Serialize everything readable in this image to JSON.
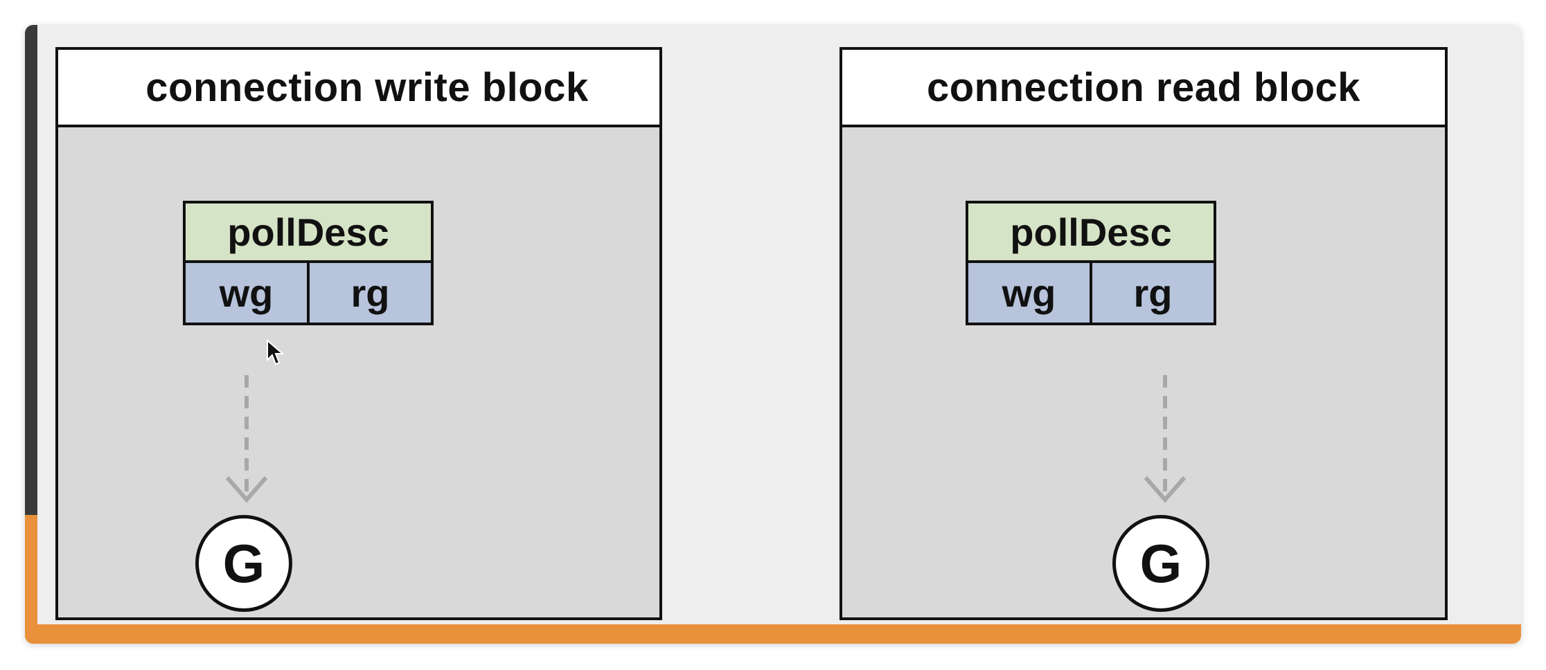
{
  "write_block": {
    "title": "connection write block",
    "poll_desc": {
      "label": "pollDesc",
      "wg": "wg",
      "rg": "rg"
    },
    "goroutine": "G"
  },
  "read_block": {
    "title": "connection read block",
    "poll_desc": {
      "label": "pollDesc",
      "wg": "wg",
      "rg": "rg"
    },
    "goroutine": "G"
  },
  "colors": {
    "frame_background": "#eeeeee",
    "block_background": "#d9d9d9",
    "polldesc_header": "#d5e4c6",
    "polldesc_cells": "#b8c4dc",
    "arrow": "#a8a8a8",
    "accent_orange": "#e8903a",
    "left_strip": "#3a3a3a"
  },
  "icons": {
    "cursor": "mouse-pointer-icon",
    "arrow": "dashed-down-arrow-icon"
  }
}
